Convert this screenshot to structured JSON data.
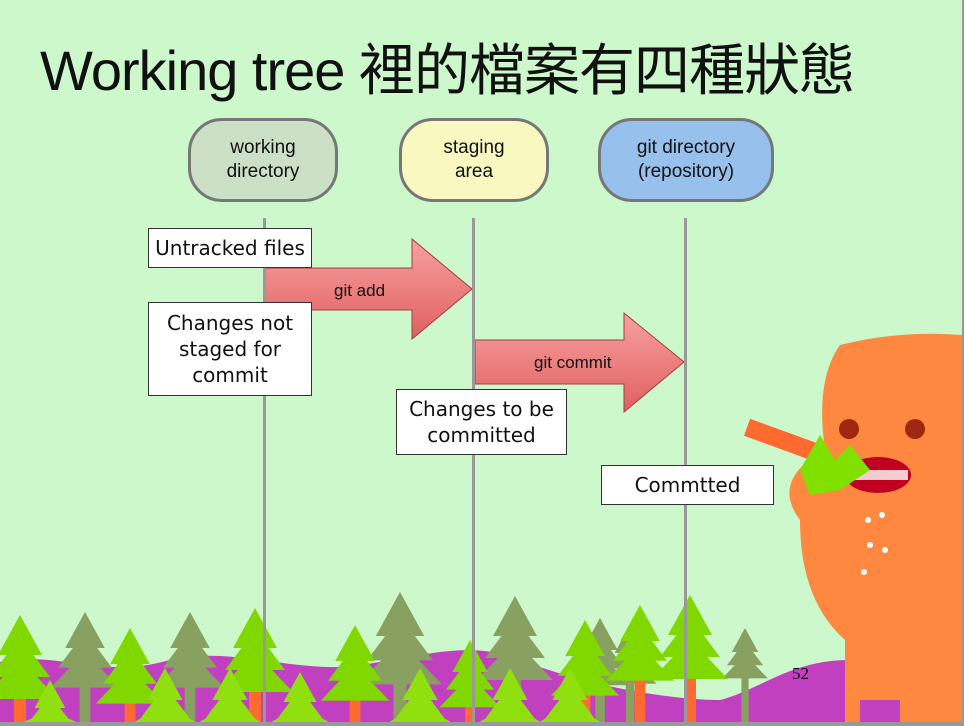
{
  "title": "Working tree 裡的檔案有四種狀態",
  "columns": [
    {
      "label_line1": "working",
      "label_line2": "directory",
      "color": "#cce0c8"
    },
    {
      "label_line1": "staging",
      "label_line2": "area",
      "color": "#f8f8c0"
    },
    {
      "label_line1": "git directory",
      "label_line2": "(repository)",
      "color": "#98c0ec"
    }
  ],
  "arrows": [
    {
      "label": "git add"
    },
    {
      "label": "git commit"
    }
  ],
  "states": {
    "untracked": "Untracked files",
    "not_staged": [
      "Changes not",
      "staged for",
      "commit"
    ],
    "to_be_committed": [
      "Changes to be",
      "committed"
    ],
    "committed": "Commtted"
  },
  "page_number": "52"
}
